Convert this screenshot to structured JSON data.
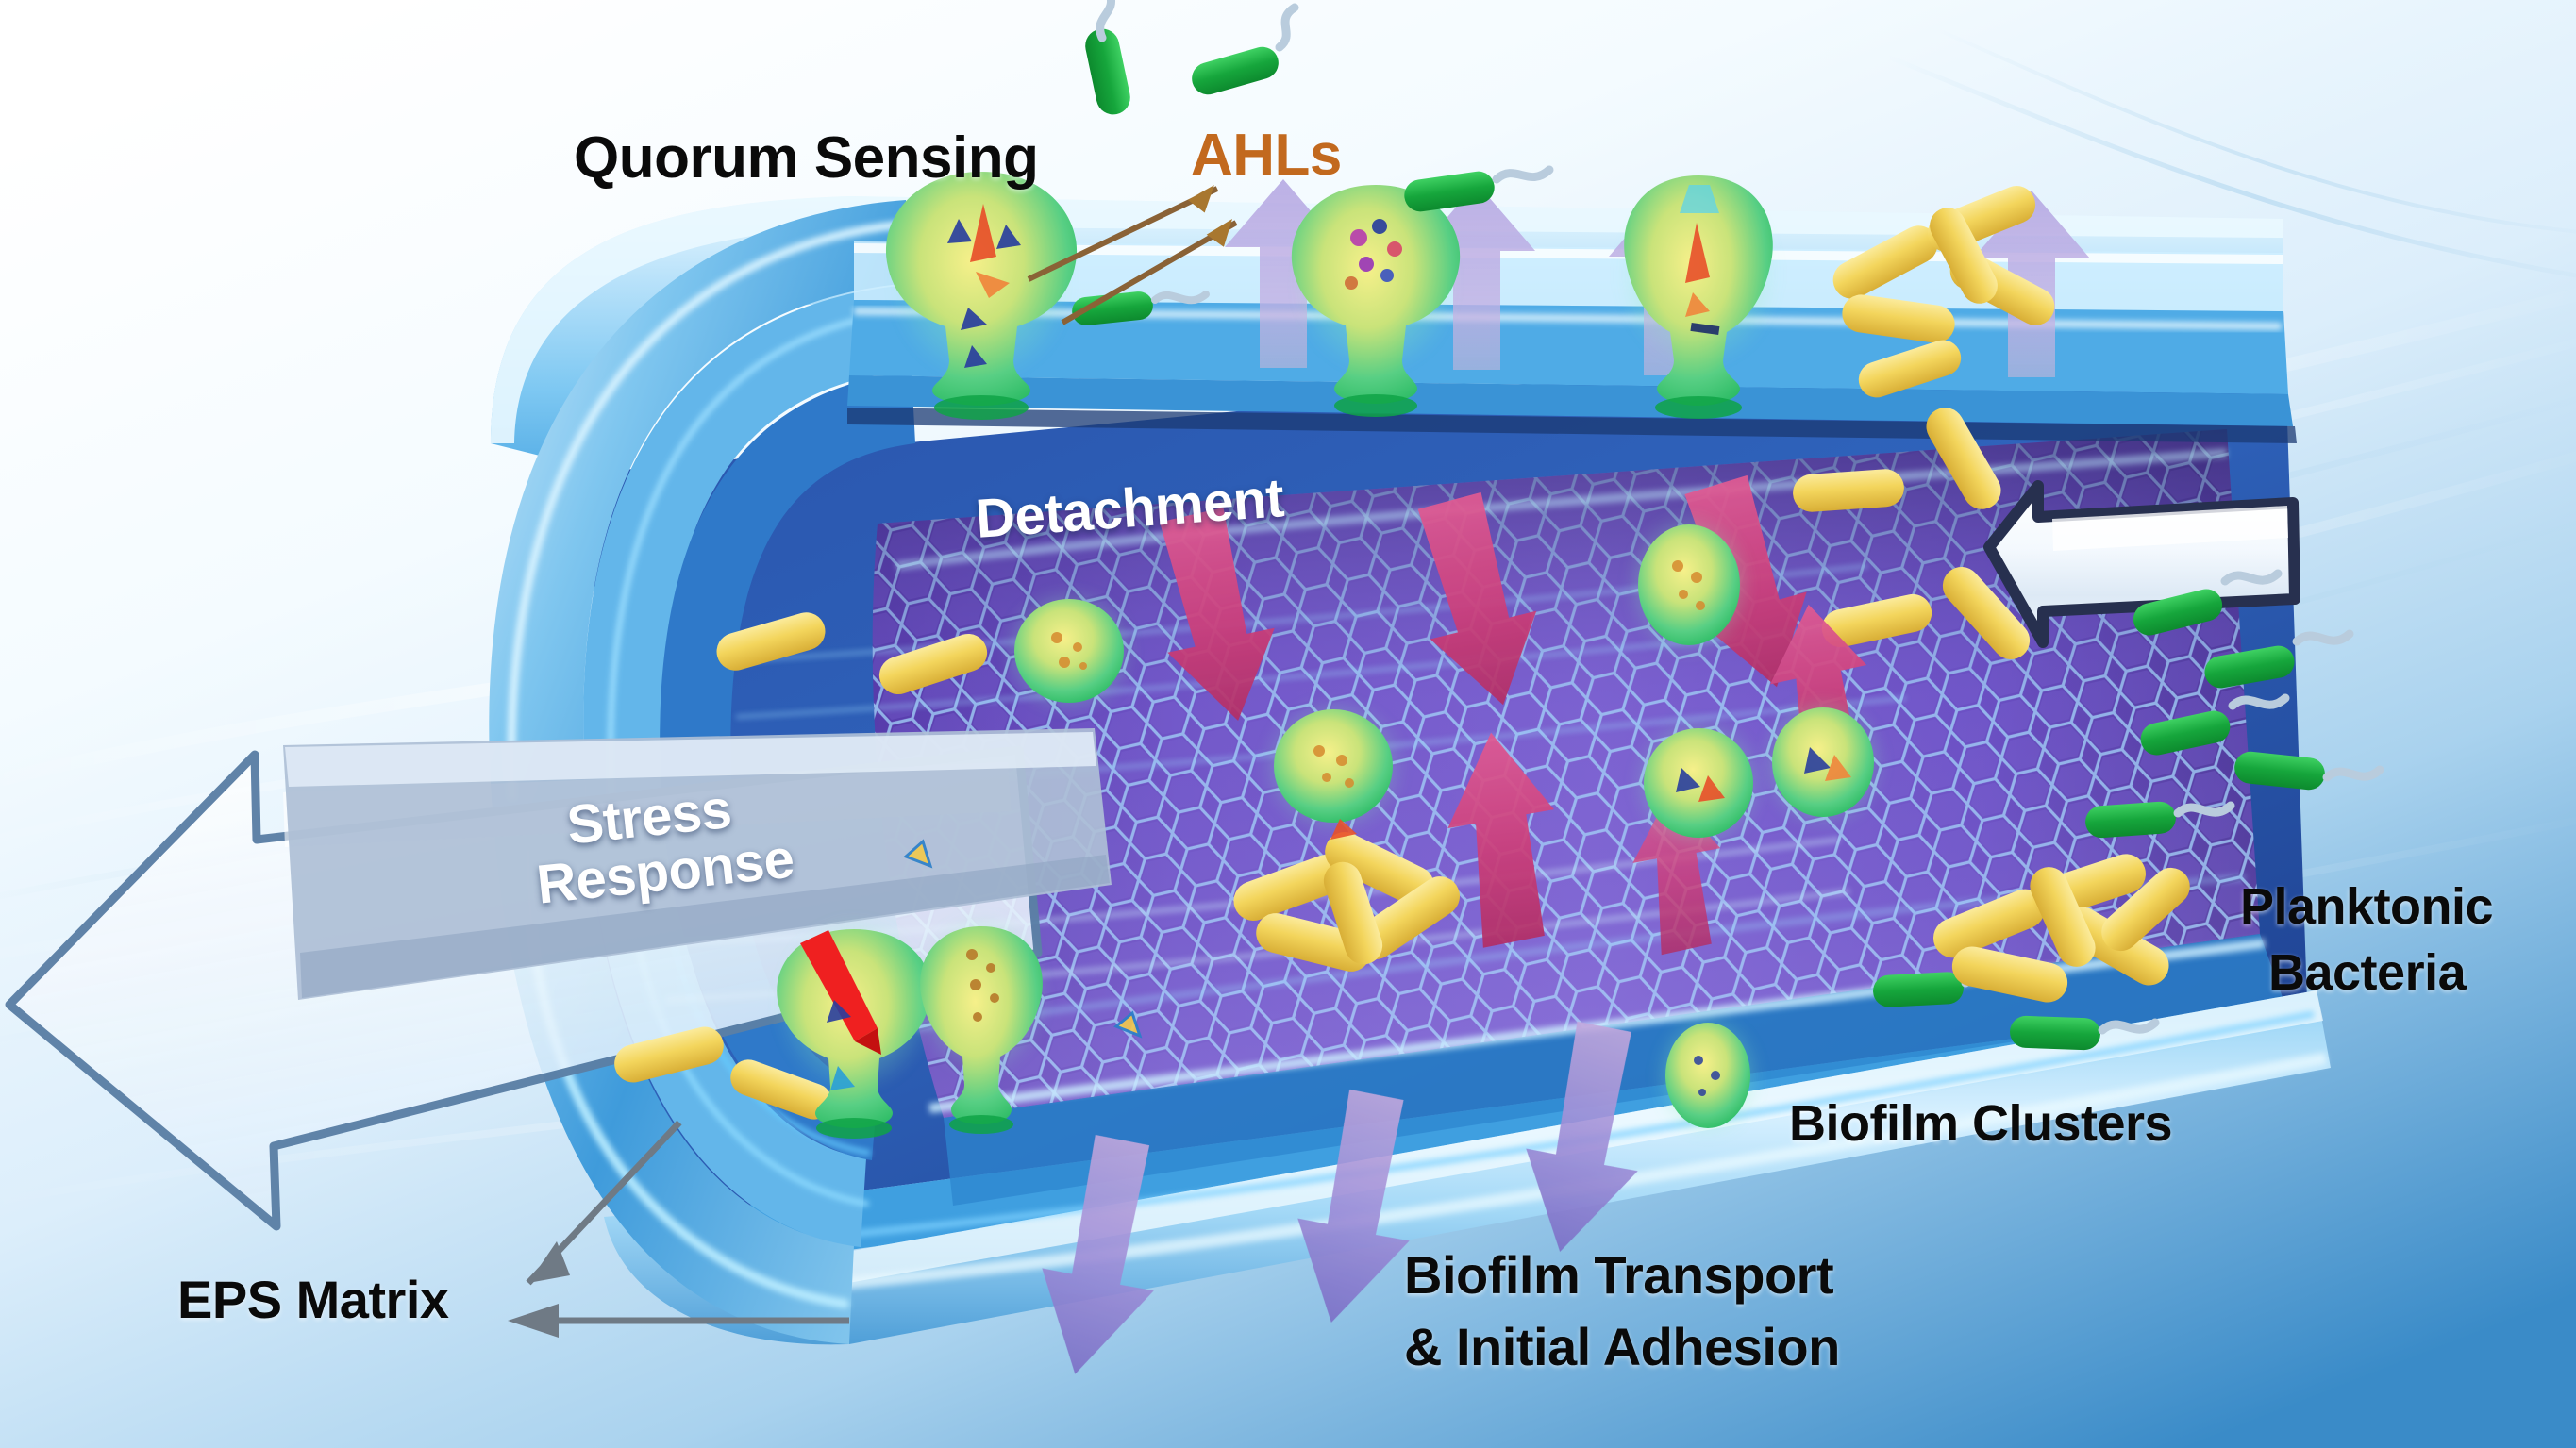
{
  "figure": {
    "kind": "scientific-illustration",
    "subject": "Biofilm formation and detachment inside a pipe under flow"
  },
  "labels": {
    "quorum_sensing": "Quorum Sensing",
    "ahls": "AHLs",
    "detachment": "Detachment",
    "stress_response_line1": "Stress",
    "stress_response_line2": "Response",
    "eps_matrix": "EPS Matrix",
    "planktonic_line1": "Planktonic",
    "planktonic_line2": "Bacteria",
    "biofilm_clusters": "Biofilm Clusters",
    "transport_line1": "Biofilm Transport",
    "transport_line2": "& Initial Adhesion"
  },
  "colors": {
    "background_top": "#fcfeff",
    "background_bottom": "#3a8bc8",
    "label_black": "#0a0a0a",
    "label_white": "#ffffff",
    "ahls_orange": "#c2691e",
    "pointer_arrow_brown": "#8a6236",
    "eps_pointer_gray": "#6f7a85",
    "pipe_wall_blue": "#4ca8e8",
    "pipe_wall_blue_dark": "#1f6fbf",
    "pipe_highlight": "#bfe6ff",
    "biofilm_matrix_purple": "#6a4fc0",
    "biofilm_matrix_purple_light": "#8f7ad8",
    "hex_edge": "#9fd8ff",
    "detachment_arrow_crimson": "#cc3f7a",
    "emergence_arrow_lavender": "#b3a6e2",
    "adhesion_arrow_purple": "#8b7ed0",
    "planktonic_green": "#16a63c",
    "flagellum_gray": "#b9ccdd",
    "rod_yellow": "#f2d255",
    "rod_yellow_dark": "#d8b13b",
    "cluster_green": "#2fc96a",
    "cluster_yellowgreen": "#cfe06a",
    "flow_arrow_fill": "#f2f7fc",
    "flow_arrow_outline_in": "#27304f",
    "flow_arrow_outline_out": "#5b7fa6",
    "stress_panel": "#aebfd6",
    "red_spike": "#ef2020"
  },
  "elements": {
    "inflow_arrow": {
      "direction": "left",
      "meaning": "fluid flow entering pipe"
    },
    "outflow_arrow": {
      "direction": "left",
      "meaning": "fluid flow exiting pipe"
    },
    "emergence_arrows_count": 4,
    "detachment_arrows_count": 3,
    "upward_matrix_arrows_count": 3,
    "adhesion_arrows_count": 3,
    "surface_microcolonies_count": 3,
    "interior_clusters_count": 8,
    "planktonic_green_rods_count": 9,
    "yellow_rods_groups": [
      "inside-pipe-left",
      "inside-pipe-center",
      "inside-pipe-right",
      "outside-top-right",
      "outside-right"
    ]
  }
}
